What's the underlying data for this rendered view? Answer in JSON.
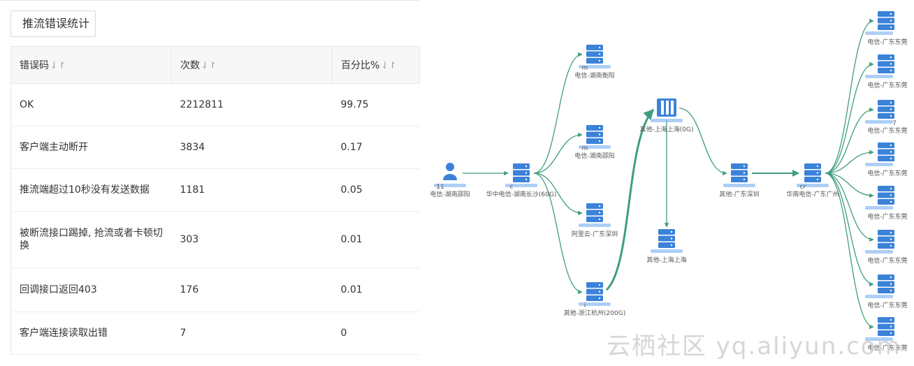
{
  "panel_title": "推流错误统计",
  "table": {
    "columns": [
      "错误码",
      "次数",
      "百分比%"
    ],
    "sort_glyph": "⇃↾",
    "rows": [
      {
        "code": "OK",
        "count": "2212811",
        "pct": "99.75"
      },
      {
        "code": "客户端主动断开",
        "count": "3834",
        "pct": "0.17"
      },
      {
        "code": "推流端超过10秒没有发送数据",
        "count": "1181",
        "pct": "0.05"
      },
      {
        "code": "被断流接口踢掉, 抢流或者卡顿切换",
        "count": "303",
        "pct": "0.01"
      },
      {
        "code": "回调接口返回403",
        "count": "176",
        "pct": "0.01"
      },
      {
        "code": "客户端连接读取出错",
        "count": "7",
        "pct": "0"
      }
    ]
  },
  "graph": {
    "accent_color": "#3f9e7e",
    "node_color": "#3b82d9",
    "nodes": [
      {
        "id": "user",
        "label": "电信-湖南邵阳",
        "value": "11"
      },
      {
        "id": "edge",
        "label": "华中电信-湖南长沙(60G)",
        "value": "c"
      },
      {
        "id": "t1",
        "label": "电信-湖南衡阳",
        "value": "m"
      },
      {
        "id": "t2",
        "label": "电信-湖南邵阳",
        "value": "m"
      },
      {
        "id": "t3",
        "label": "阿里云-广东深圳",
        "value": ""
      },
      {
        "id": "t4",
        "label": "其他-浙江杭州(200G)",
        "value": "i"
      },
      {
        "id": "c1",
        "label": "其他-上海上海(0G)",
        "value": ""
      },
      {
        "id": "c2",
        "label": "其他-上海上海",
        "value": ""
      },
      {
        "id": "sz",
        "label": "其他-广东深圳",
        "value": ""
      },
      {
        "id": "hn",
        "label": "华南电信-广东广州",
        "value": "cr"
      },
      {
        "id": "d1",
        "label": "电信-广东东莞",
        "value": ""
      },
      {
        "id": "d2",
        "label": "电信-广东东莞",
        "value": ""
      },
      {
        "id": "d3",
        "label": "电信-广东东莞",
        "value": "7"
      },
      {
        "id": "d4",
        "label": "电信-广东东莞",
        "value": ""
      },
      {
        "id": "d5",
        "label": "电信-广东东莞",
        "value": ""
      },
      {
        "id": "d6",
        "label": "电信-广东东莞",
        "value": ""
      },
      {
        "id": "d7",
        "label": "电信-广东东莞",
        "value": ""
      },
      {
        "id": "d8",
        "label": "电信-广东东莞",
        "value": ""
      }
    ]
  },
  "watermark": "云栖社区 yq.aliyun.com"
}
